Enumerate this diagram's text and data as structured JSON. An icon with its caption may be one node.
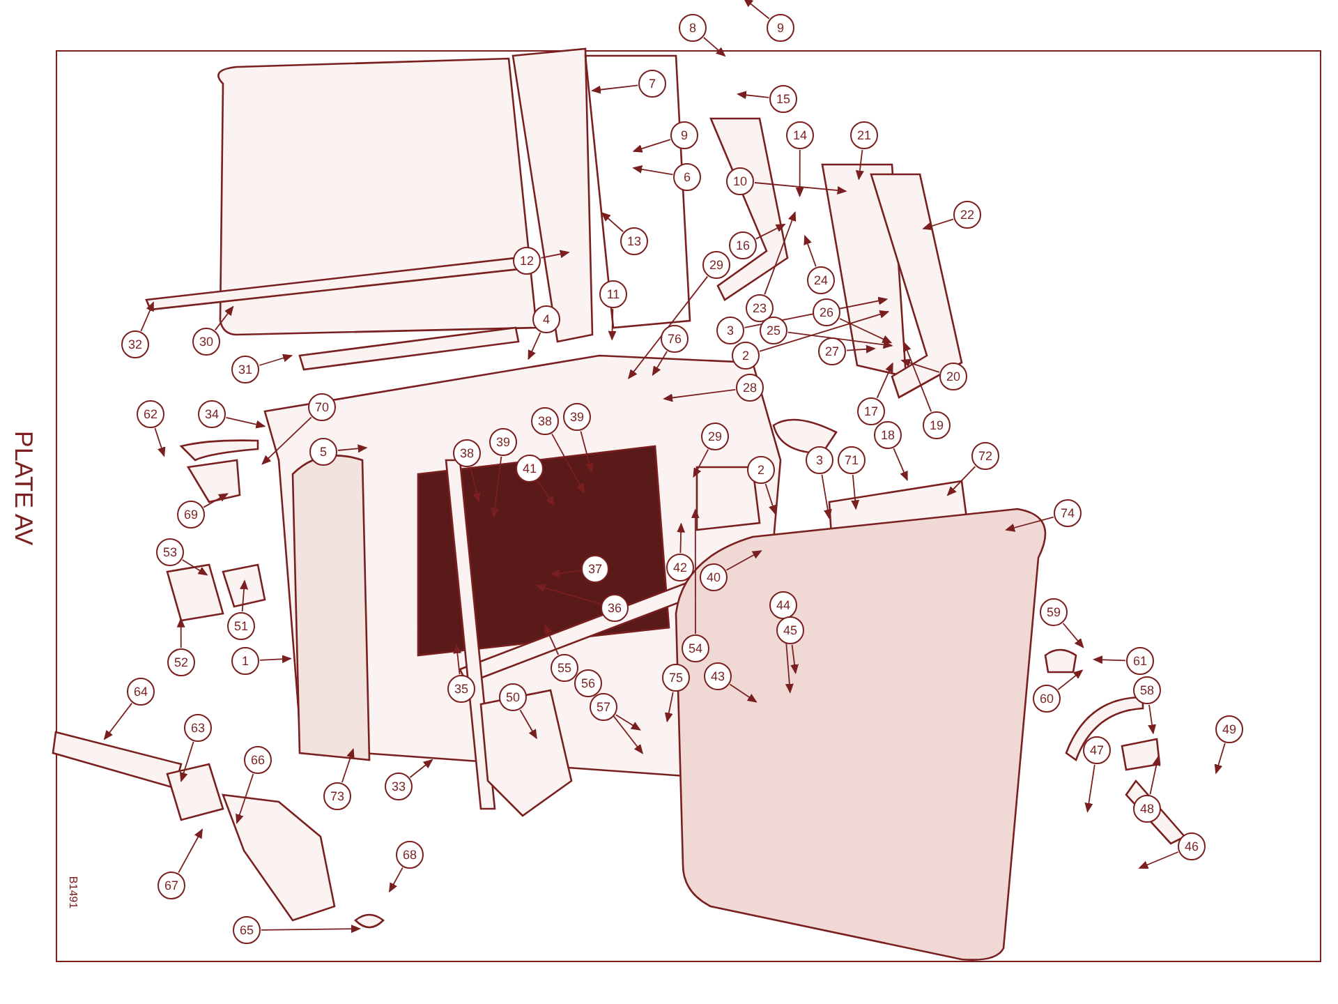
{
  "diagram": {
    "nodes": [
      {
        "text": [
          "8"
        ]
      },
      {
        "text": [
          "9"
        ]
      },
      {
        "text": [
          "7"
        ]
      },
      {
        "text": [
          "15"
        ]
      },
      {
        "text": [
          "9"
        ]
      },
      {
        "text": [
          "14"
        ]
      },
      {
        "text": [
          "21"
        ]
      },
      {
        "text": [
          "10"
        ]
      },
      {
        "text": [
          "6"
        ]
      },
      {
        "text": [
          "22"
        ]
      },
      {
        "text": [
          "13"
        ]
      },
      {
        "text": [
          "16"
        ]
      },
      {
        "text": [
          "12"
        ]
      },
      {
        "text": [
          "29"
        ]
      },
      {
        "text": [
          "24"
        ]
      },
      {
        "text": [
          "11"
        ]
      },
      {
        "text": [
          "23"
        ]
      },
      {
        "text": [
          "26"
        ]
      },
      {
        "text": [
          "4"
        ]
      },
      {
        "text": [
          "32"
        ]
      },
      {
        "text": [
          "30"
        ]
      },
      {
        "text": [
          "3"
        ]
      },
      {
        "text": [
          "25"
        ]
      },
      {
        "text": [
          "76"
        ]
      },
      {
        "text": [
          "27"
        ]
      },
      {
        "text": [
          "2"
        ]
      },
      {
        "text": [
          "31"
        ]
      },
      {
        "text": [
          "20"
        ]
      },
      {
        "text": [
          "28"
        ]
      },
      {
        "text": [
          "17"
        ]
      },
      {
        "text": [
          "62"
        ]
      },
      {
        "text": [
          "34"
        ]
      },
      {
        "text": [
          "70"
        ]
      },
      {
        "text": [
          "19"
        ]
      },
      {
        "text": [
          "18"
        ]
      },
      {
        "text": [
          "39"
        ]
      },
      {
        "text": [
          "38"
        ]
      },
      {
        "text": [
          "29"
        ]
      },
      {
        "text": [
          "5"
        ]
      },
      {
        "text": [
          "38"
        ]
      },
      {
        "text": [
          "72"
        ]
      },
      {
        "text": [
          "71"
        ]
      },
      {
        "text": [
          "3"
        ]
      },
      {
        "text": [
          "39"
        ]
      },
      {
        "text": [
          "41"
        ]
      },
      {
        "text": [
          "2"
        ]
      },
      {
        "text": [
          "74"
        ]
      },
      {
        "text": [
          "69"
        ]
      },
      {
        "text": [
          "53"
        ]
      },
      {
        "text": [
          "42"
        ]
      },
      {
        "text": [
          "37"
        ]
      },
      {
        "text": [
          "40"
        ]
      },
      {
        "text": [
          "44"
        ]
      },
      {
        "text": [
          "36"
        ]
      },
      {
        "text": [
          "59"
        ]
      },
      {
        "text": [
          "51"
        ]
      },
      {
        "text": [
          "45"
        ]
      },
      {
        "text": [
          "54"
        ]
      },
      {
        "text": [
          "61"
        ]
      },
      {
        "text": [
          "1"
        ]
      },
      {
        "text": [
          "52"
        ]
      },
      {
        "text": [
          "55"
        ]
      },
      {
        "text": [
          "43"
        ]
      },
      {
        "text": [
          "75"
        ]
      },
      {
        "text": [
          "35"
        ]
      },
      {
        "text": [
          "64"
        ]
      },
      {
        "text": [
          "58"
        ]
      },
      {
        "text": [
          "56"
        ]
      },
      {
        "text": [
          "50"
        ]
      },
      {
        "text": [
          "60"
        ]
      },
      {
        "text": [
          "57"
        ]
      },
      {
        "text": [
          "63"
        ]
      },
      {
        "text": [
          "49"
        ]
      },
      {
        "text": [
          "47"
        ]
      },
      {
        "text": [
          "66"
        ]
      },
      {
        "text": [
          "33"
        ]
      },
      {
        "text": [
          "73"
        ]
      },
      {
        "text": [
          "48"
        ]
      },
      {
        "text": [
          "46"
        ]
      },
      {
        "text": [
          "68"
        ]
      },
      {
        "text": [
          "67"
        ]
      },
      {
        "text": [
          "65"
        ]
      }
    ],
    "edges": [
      {
        "from": 0,
        "to": null,
        "arrow": "to"
      },
      {
        "from": 1,
        "to": null,
        "arrow": "to"
      },
      {
        "from": 2,
        "to": null,
        "arrow": "to"
      },
      {
        "from": 3,
        "to": null,
        "arrow": "to"
      },
      {
        "from": 4,
        "to": null,
        "arrow": "to"
      },
      {
        "from": 5,
        "to": null,
        "arrow": "to"
      },
      {
        "from": 6,
        "to": null,
        "arrow": "to"
      },
      {
        "from": 7,
        "to": null,
        "arrow": "to"
      },
      {
        "from": 8,
        "to": null,
        "arrow": "to"
      },
      {
        "from": 9,
        "to": null,
        "arrow": "to"
      },
      {
        "from": 10,
        "to": null,
        "arrow": "to"
      },
      {
        "from": 11,
        "to": null,
        "arrow": "to"
      },
      {
        "from": 12,
        "to": null,
        "arrow": "to"
      },
      {
        "from": 13,
        "to": null,
        "arrow": "to"
      },
      {
        "from": 14,
        "to": null,
        "arrow": "to"
      },
      {
        "from": 15,
        "to": null,
        "arrow": "to"
      },
      {
        "from": 16,
        "to": null,
        "arrow": "to"
      },
      {
        "from": 17,
        "to": null,
        "arrow": "to"
      },
      {
        "from": 18,
        "to": null,
        "arrow": "to"
      },
      {
        "from": 19,
        "to": null,
        "arrow": "to"
      },
      {
        "from": 20,
        "to": null,
        "arrow": "to"
      },
      {
        "from": 21,
        "to": null,
        "arrow": "to"
      },
      {
        "from": 22,
        "to": null,
        "arrow": "to"
      },
      {
        "from": 23,
        "to": null,
        "arrow": "to"
      },
      {
        "from": 24,
        "to": null,
        "arrow": "to"
      },
      {
        "from": 25,
        "to": null,
        "arrow": "to"
      },
      {
        "from": 26,
        "to": null,
        "arrow": "to"
      },
      {
        "from": 27,
        "to": null,
        "arrow": "to"
      },
      {
        "from": 28,
        "to": null,
        "arrow": "to"
      },
      {
        "from": 29,
        "to": null,
        "arrow": "to"
      },
      {
        "from": 30,
        "to": null,
        "arrow": "to"
      },
      {
        "from": 31,
        "to": null,
        "arrow": "to"
      },
      {
        "from": 32,
        "to": null,
        "arrow": "to"
      },
      {
        "from": 33,
        "to": null,
        "arrow": "to"
      },
      {
        "from": 34,
        "to": null,
        "arrow": "to"
      },
      {
        "from": 35,
        "to": null,
        "arrow": "to"
      },
      {
        "from": 36,
        "to": null,
        "arrow": "to"
      },
      {
        "from": 37,
        "to": null,
        "arrow": "to"
      },
      {
        "from": 38,
        "to": null,
        "arrow": "to"
      },
      {
        "from": 39,
        "to": null,
        "arrow": "to"
      },
      {
        "from": 40,
        "to": null,
        "arrow": "to"
      },
      {
        "from": 41,
        "to": null,
        "arrow": "to"
      },
      {
        "from": 42,
        "to": null,
        "arrow": "to"
      },
      {
        "from": 43,
        "to": null,
        "arrow": "to"
      },
      {
        "from": 44,
        "to": null,
        "arrow": "to"
      },
      {
        "from": 45,
        "to": null,
        "arrow": "to"
      },
      {
        "from": 46,
        "to": null,
        "arrow": "to"
      },
      {
        "from": 47,
        "to": null,
        "arrow": "to"
      },
      {
        "from": 48,
        "to": null,
        "arrow": "to"
      },
      {
        "from": 49,
        "to": null,
        "arrow": "to"
      },
      {
        "from": 50,
        "to": null,
        "arrow": "to"
      },
      {
        "from": 51,
        "to": null,
        "arrow": "to"
      },
      {
        "from": 52,
        "to": null,
        "arrow": "to"
      },
      {
        "from": 53,
        "to": null,
        "arrow": "to"
      },
      {
        "from": 54,
        "to": null,
        "arrow": "to"
      },
      {
        "from": 55,
        "to": null,
        "arrow": "to"
      },
      {
        "from": 56,
        "to": null,
        "arrow": "to"
      },
      {
        "from": 57,
        "to": null,
        "arrow": "to"
      },
      {
        "from": 58,
        "to": null,
        "arrow": "to"
      },
      {
        "from": 59,
        "to": null,
        "arrow": "to"
      },
      {
        "from": 60,
        "to": null,
        "arrow": "to"
      },
      {
        "from": 61,
        "to": null,
        "arrow": "to"
      },
      {
        "from": 62,
        "to": null,
        "arrow": "to"
      },
      {
        "from": 63,
        "to": null,
        "arrow": "to"
      },
      {
        "from": 64,
        "to": null,
        "arrow": "to"
      },
      {
        "from": 65,
        "to": null,
        "arrow": "to"
      },
      {
        "from": 66,
        "to": null,
        "arrow": "to"
      },
      {
        "from": 67,
        "to": null,
        "arrow": "to"
      },
      {
        "from": 68,
        "to": null,
        "arrow": "to"
      },
      {
        "from": 69,
        "to": null,
        "arrow": "to"
      },
      {
        "from": 70,
        "to": null,
        "arrow": "to"
      },
      {
        "from": 71,
        "to": null,
        "arrow": "to"
      },
      {
        "from": 72,
        "to": null,
        "arrow": "to"
      },
      {
        "from": 73,
        "to": null,
        "arrow": "to"
      },
      {
        "from": 74,
        "to": null,
        "arrow": "to"
      },
      {
        "from": 75,
        "to": null,
        "arrow": "to"
      },
      {
        "from": 76,
        "to": null,
        "arrow": "to"
      },
      {
        "from": 77,
        "to": null,
        "arrow": "to"
      },
      {
        "from": 78,
        "to": null,
        "arrow": "to"
      },
      {
        "from": 79,
        "to": null,
        "arrow": "to"
      },
      {
        "from": 80,
        "to": null,
        "arrow": "to"
      },
      {
        "from": 81,
        "to": null,
        "arrow": "to"
      }
    ],
    "labels": [
      "PLATE AV",
      "B1491"
    ]
  }
}
